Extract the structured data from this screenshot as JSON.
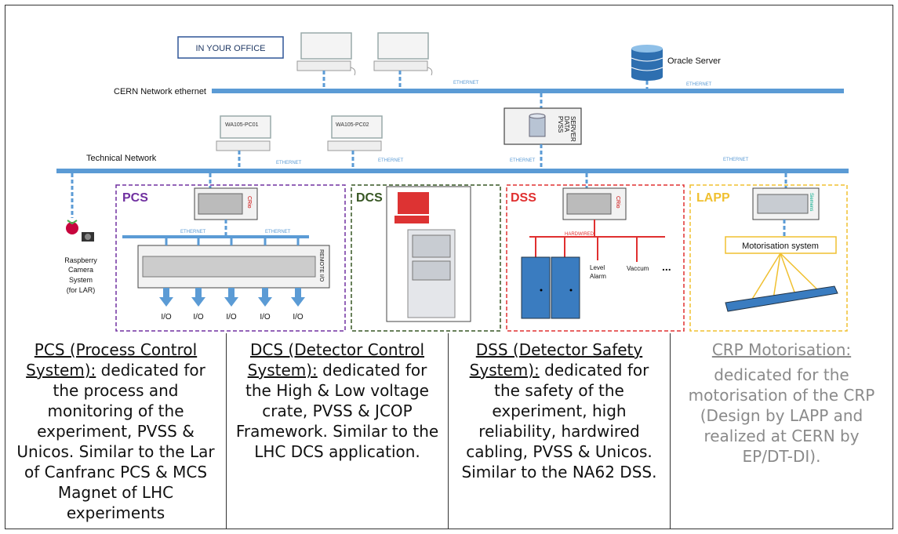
{
  "diagram": {
    "office_box": "IN YOUR OFFICE",
    "oracle_label": "Oracle Server",
    "cern_network_label": "CERN Network ethernet",
    "technical_network_label": "Technical Network",
    "ethernet_label": "ETHERNET",
    "pc1_label": "WA105-PC01",
    "pc2_label": "WA105-PC02",
    "pvss_label": [
      "PVSS",
      "DATA",
      "SERVER"
    ],
    "raspberry_label": [
      "Raspberry",
      "Camera",
      "System",
      "(for LAR)"
    ],
    "pcs_title": "PCS",
    "dcs_title": "DCS",
    "dss_title": "DSS",
    "lapp_title": "LAPP",
    "crio_label": "CRio",
    "remote_io_label": "REMOTE I/O",
    "io_label": "I/O",
    "hardwired_label": "HARDWIRED",
    "level_alarm_label": [
      "Level",
      "Alarm"
    ],
    "vaccum_label": "Vaccum",
    "ellipsis": "...",
    "motorisation_label": "Motorisation system",
    "siemens_label": "Siemens"
  },
  "table": {
    "pcs": {
      "title": "PCS (Process Control System):",
      "text": "dedicated for the process and monitoring of the experiment, PVSS & Unicos. Similar to the Lar of Canfranc PCS & MCS Magnet of LHC experiments"
    },
    "dcs": {
      "title": "DCS (Detector Control System):",
      "text": "dedicated for the High & Low voltage crate, PVSS & JCOP Framework. Similar to the LHC DCS application."
    },
    "dss": {
      "title": "DSS (Detector Safety System):",
      "text": "dedicated for the safety of the experiment, high reliability, hardwired cabling, PVSS & Unicos. Similar to the NA62 DSS."
    },
    "crp": {
      "title": "CRP Motorisation:",
      "text": "dedicated for the motorisation of the CRP (Design by LAPP and realized at CERN by EP/DT-DI)."
    }
  },
  "colors": {
    "network": "#5b9bd5",
    "pcs": "#7030a0",
    "dcs": "#375623",
    "dss": "#e03030",
    "lapp": "#f0c030",
    "cabinet": "#3a7cc0"
  }
}
